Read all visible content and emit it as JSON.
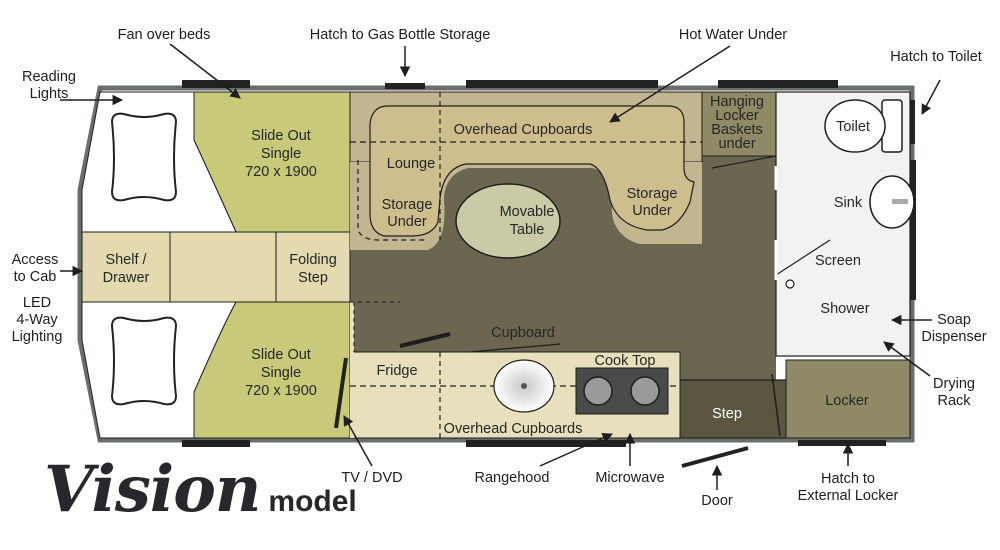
{
  "brand": {
    "name": "Vision",
    "suffix": "model"
  },
  "callouts": {
    "fan_over_beds": "Fan over beds",
    "hatch_gas": "Hatch to Gas Bottle Storage",
    "hot_water": "Hot Water Under",
    "hatch_toilet": "Hatch to Toilet",
    "reading_lights": [
      "Reading",
      "Lights"
    ],
    "access_cab": [
      "Access",
      "to Cab"
    ],
    "led_lighting": [
      "LED",
      "4-Way",
      "Lighting"
    ],
    "soap": [
      "Soap",
      "Dispenser"
    ],
    "drying_rack": [
      "Drying",
      "Rack"
    ],
    "tv_dvd": "TV / DVD",
    "rangehood": "Rangehood",
    "microwave": "Microwave",
    "door": "Door",
    "hatch_locker": [
      "Hatch to",
      "External Locker"
    ]
  },
  "rooms": {
    "bed_top": [
      "Slide Out",
      "Single",
      "720 x 1900"
    ],
    "bed_bottom": [
      "Slide Out",
      "Single",
      "720 x 1900"
    ],
    "shelf": [
      "Shelf /",
      "Drawer"
    ],
    "folding_step": [
      "Folding",
      "Step"
    ],
    "overhead_top": "Overhead Cupboards",
    "lounge": "Lounge",
    "storage_left": [
      "Storage",
      "Under"
    ],
    "storage_right": [
      "Storage",
      "Under"
    ],
    "table": [
      "Movable",
      "Table"
    ],
    "hanging": [
      "Hanging",
      "Locker",
      "Baskets",
      "under"
    ],
    "toilet": "Toilet",
    "sink": "Sink",
    "screen": "Screen",
    "shower": "Shower",
    "cupboard": "Cupboard",
    "fridge": "Fridge",
    "cook_top": "Cook Top",
    "overhead_bottom": "Overhead Cupboards",
    "step": "Step",
    "locker": "Locker"
  },
  "colors": {
    "wall": "#6b6f6c",
    "floor": "#6b6650",
    "bed": "#c9c97a",
    "cabinet": "#e8e0bc",
    "lounge": "#c2b690",
    "wetroom": "#f2f2f2",
    "outline": "#1e1e1e"
  }
}
